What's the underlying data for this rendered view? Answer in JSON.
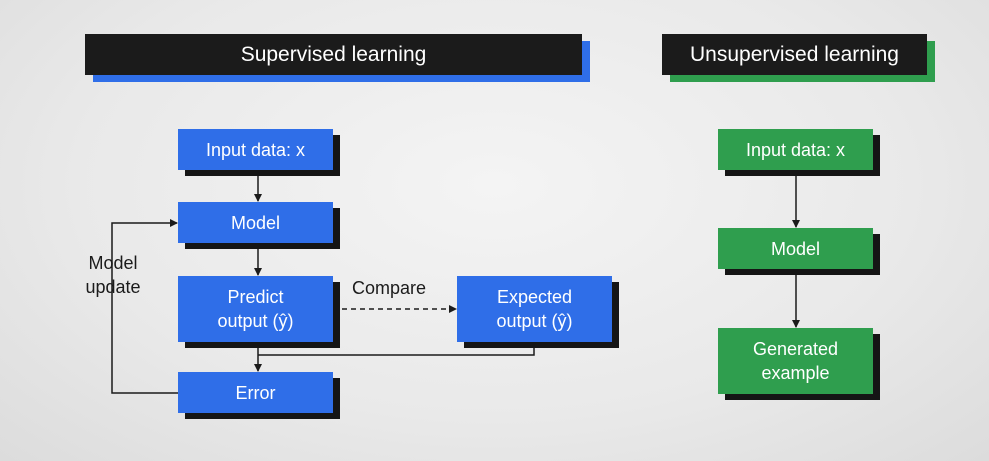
{
  "supervised": {
    "title": "Supervised learning",
    "input": "Input data: x",
    "model": "Model",
    "predict": "Predict output (ŷ)",
    "expected": "Expected output (ŷ)",
    "error": "Error",
    "model_update": "Model update",
    "compare": "Compare"
  },
  "unsupervised": {
    "title": "Unsupervised learning",
    "input": "Input data: x",
    "model": "Model",
    "generated": "Generated example"
  },
  "colors": {
    "supervised_accent": "#2f6ee8",
    "unsupervised_accent": "#2f9e4e",
    "header_bg": "#1b1b1b"
  }
}
